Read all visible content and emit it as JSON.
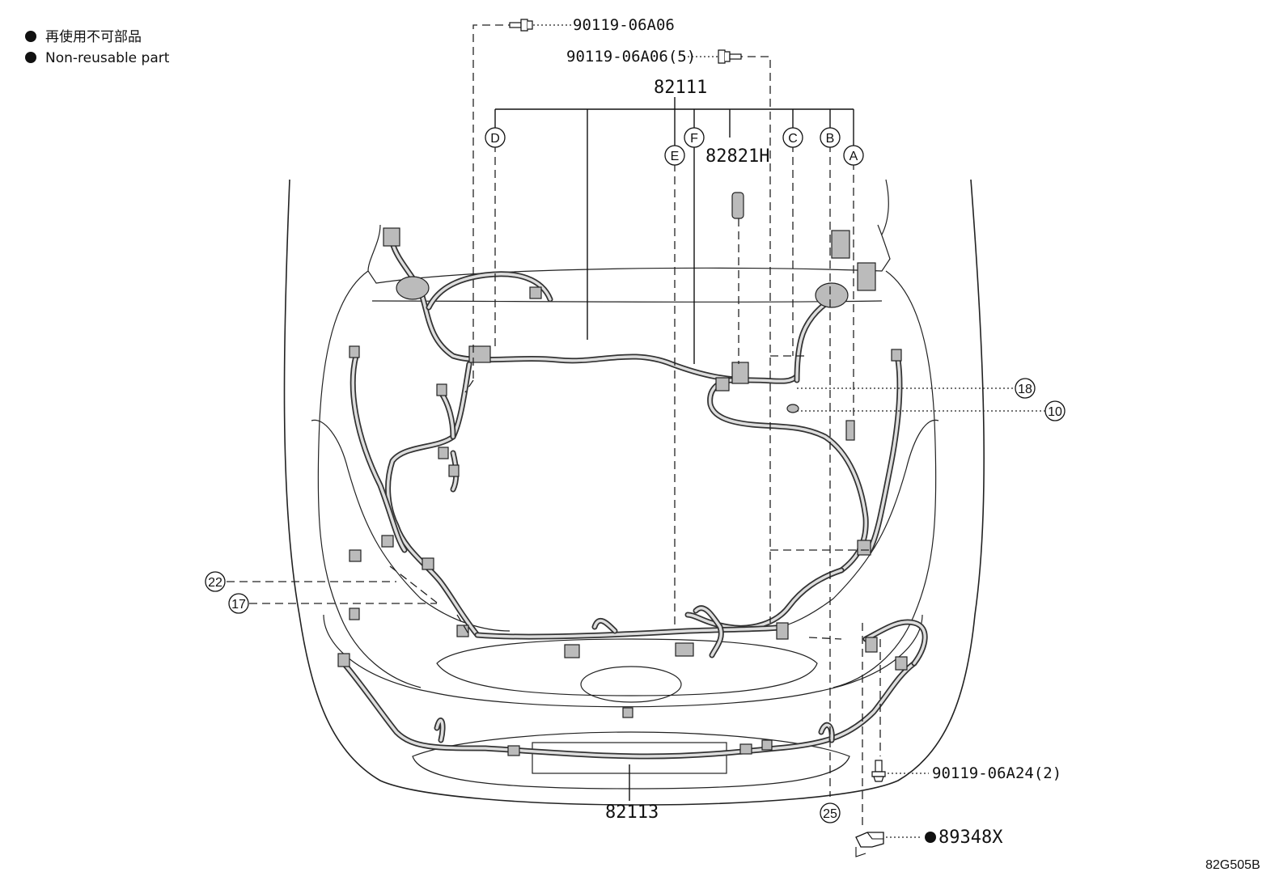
{
  "legend": {
    "line1": "再使用不可部品",
    "line2": "Non-reusable part"
  },
  "part_numbers": {
    "bolt_top": "90119-06A06",
    "bolt_top_qty": "90119-06A06(5)",
    "harness_main": "82111",
    "clamp": "82821H",
    "harness_bumper": "82113",
    "bolt_bottom": "90119-06A24(2)",
    "bracket": "89348X"
  },
  "callouts": {
    "A": "A",
    "B": "B",
    "C": "C",
    "D": "D",
    "E": "E",
    "F": "F",
    "n18": "18",
    "n10": "10",
    "n22": "22",
    "n17": "17",
    "n25": "25"
  },
  "figure_code": "82G505B"
}
